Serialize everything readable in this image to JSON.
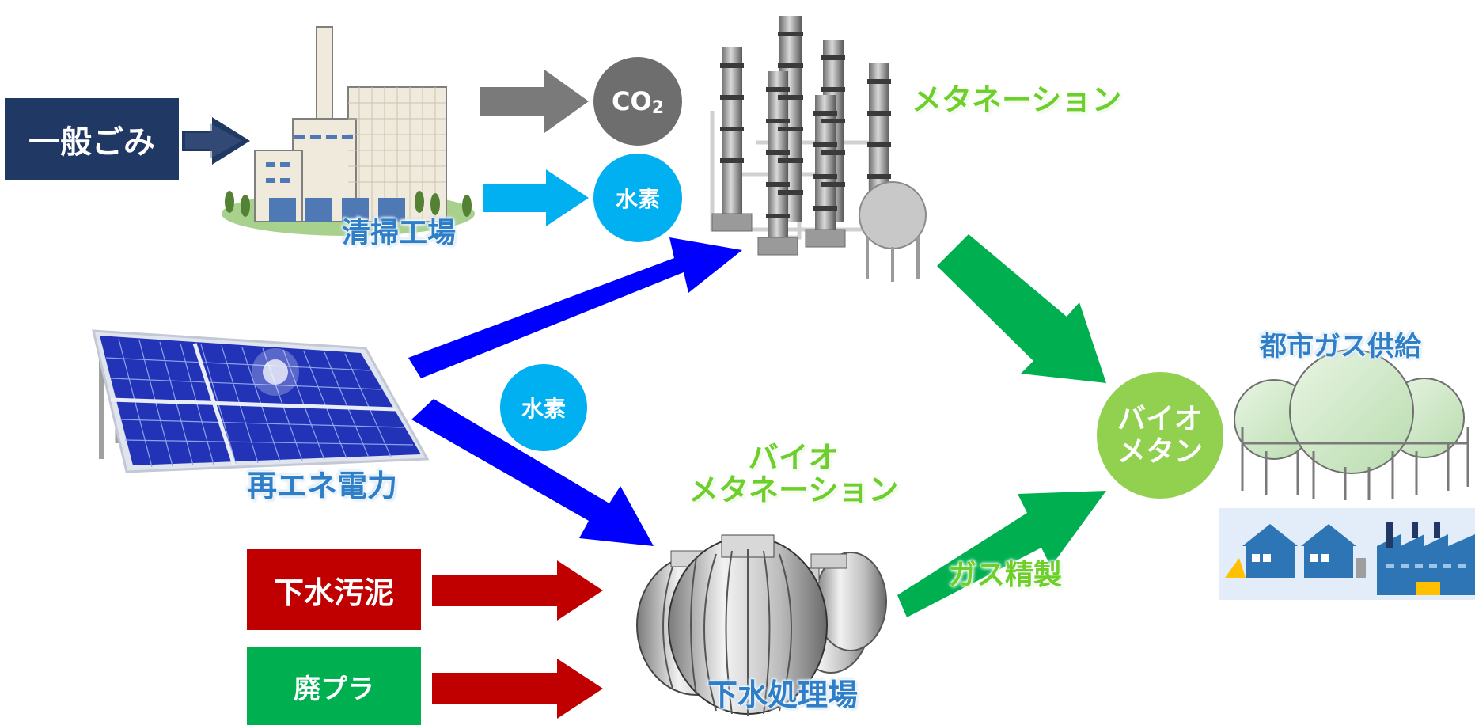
{
  "inputs": {
    "general_waste": "一般ごみ",
    "sewage_sludge": "下水汚泥",
    "waste_plastic": "廃プラ"
  },
  "facilities": {
    "incineration_plant": "清掃工場",
    "renewable_power": "再エネ電力",
    "methanation": "メタネーション",
    "biomethanation_line1": "バイオ",
    "biomethanation_line2": "メタネーション",
    "sewage_plant": "下水処理場",
    "city_gas_supply": "都市ガス供給"
  },
  "products": {
    "co2_main": "CO",
    "co2_sub": "2",
    "hydrogen_top": "水素",
    "hydrogen_middle": "水素",
    "biomethane_line1": "バイオ",
    "biomethane_line2": "メタン"
  },
  "process": {
    "gas_refining": "ガス精製"
  },
  "colors": {
    "navy": "#1f3864",
    "gray": "#6e6e6e",
    "sky": "#00b0f0",
    "blue": "#0000ff",
    "green": "#00b050",
    "light_green": "#92d050",
    "red": "#c00000"
  }
}
